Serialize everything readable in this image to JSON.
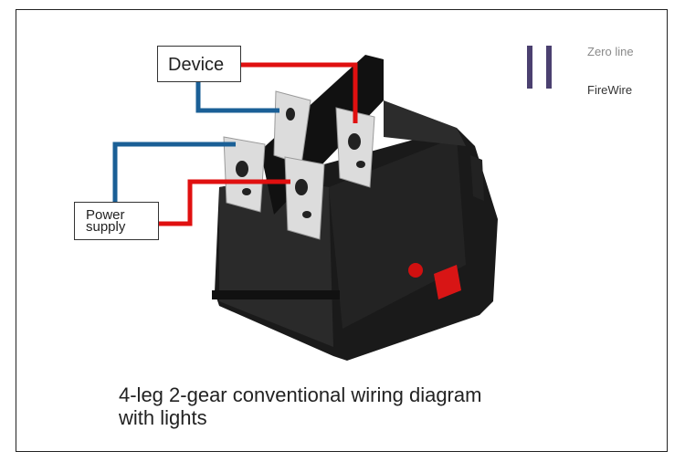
{
  "labels": {
    "device": "Device",
    "power_supply": "Power supply"
  },
  "legend": [
    {
      "label": "Zero line",
      "color": "#8a8a8a"
    },
    {
      "label": "FireWire",
      "color": "#333333"
    }
  ],
  "wire_colors": {
    "live": "#e01010",
    "neutral": "#1a5f96",
    "legend_bar": "#4b4070"
  },
  "caption": {
    "line1": "4-leg 2-gear conventional wiring diagram",
    "line2": "with lights"
  }
}
